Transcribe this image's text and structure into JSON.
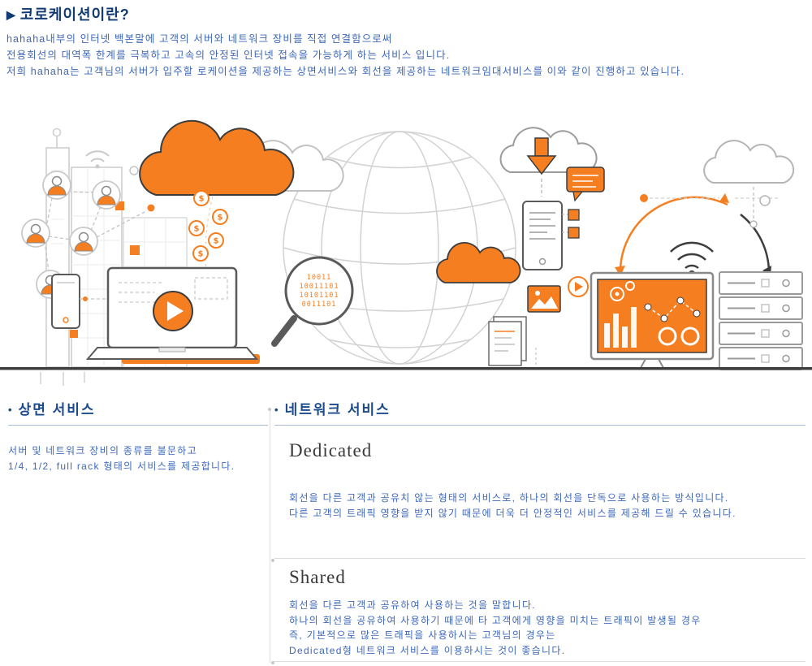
{
  "header": {
    "marker": "▶",
    "title": "코로케이션이란?",
    "intro": [
      "hahaha내부의 인터넷 백본말에 고객의 서버와 네트워크 장비를 직접 연결함으로써",
      "전용회선의 대역폭 한계를 극복하고 고속의 안정된 인터넷 접속을 가능하게 하는 서비스 입니다.",
      "저희 hahaha는 고객님의 서버가 입주할 로케이션을 제공하는 상면서비스와 회선을 제공하는 네트워크임대서비스를 이와 같이 진행하고 있습니다."
    ]
  },
  "floor": {
    "bullet": "•",
    "title": "상면 서비스",
    "lines": [
      "서버 및 네트워크 장비의 종류를 불문하고",
      "1/4, 1/2, full rack 형태의 서비스를 제공합니다."
    ]
  },
  "network": {
    "bullet": "•",
    "title": "네트워크 서비스",
    "items": [
      {
        "heading": "Dedicated",
        "lines": [
          "회선을 다른 고객과 공유치 않는 형태의 서비스로, 하나의 회선을 단독으로 사용하는 방식입니다.",
          "다른 고객의 트래픽 영향을 받지 않기 때문에 더욱 더 안정적인 서비스를 제공해 드릴 수 있습니다."
        ]
      },
      {
        "heading": "Shared",
        "lines": [
          "회선을 다른 고객과 공유하여 사용하는 것을 말합니다.",
          "하나의 회선을 공유하여 사용하기 때문에 타 고객에게 영향을 미치는 트래픽이 발생될 경우",
          "즉, 기본적으로 많은 트래픽을 사용하시는 고객님의 경우는",
          "Dedicated형 네트워크 서비스를 이용하시는 것이 좋습니다."
        ]
      }
    ]
  },
  "illustration": {
    "coin_symbol": "$",
    "code_lines": [
      "10011",
      "10011101",
      "10101101",
      "0011101"
    ],
    "icons": [
      "city-buildings",
      "user-avatars",
      "wifi",
      "orange-cloud",
      "dollar-coins",
      "smartphone",
      "laptop-play",
      "magnifier-binary-code",
      "globe-wireframe",
      "small-orange-cloud",
      "download-cloud",
      "chat-bubble",
      "document-phone",
      "photo-files",
      "play-bubble",
      "wifi-arc",
      "dashboard-monitor",
      "server-rack",
      "dashed-cloud"
    ]
  },
  "colors": {
    "title_navy": "#123a72",
    "body_blue": "#3e68bb",
    "accent_orange": "#f57e20",
    "heading_gray": "#3a3a3a"
  }
}
